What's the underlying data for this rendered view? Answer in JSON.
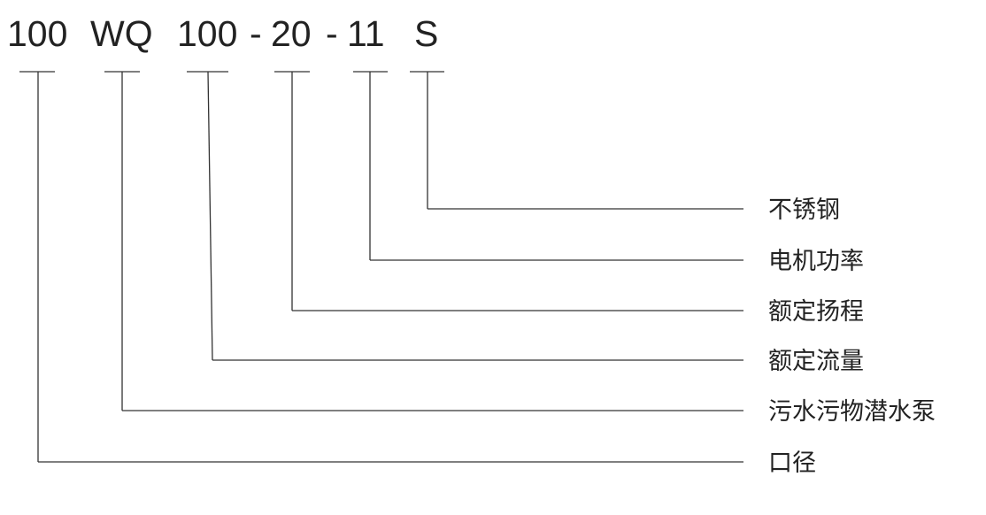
{
  "model_code": {
    "parts": [
      "100",
      "WQ",
      "100",
      "-",
      "20",
      "-",
      "11",
      "S"
    ]
  },
  "legend": [
    {
      "code": "S",
      "label": "不锈钢"
    },
    {
      "code": "11",
      "label": "电机功率"
    },
    {
      "code": "20",
      "label": "额定扬程"
    },
    {
      "code": "100",
      "label": "额定流量"
    },
    {
      "code": "WQ",
      "label": "污水污物潜水泵"
    },
    {
      "code": "100",
      "label": "口径"
    }
  ]
}
